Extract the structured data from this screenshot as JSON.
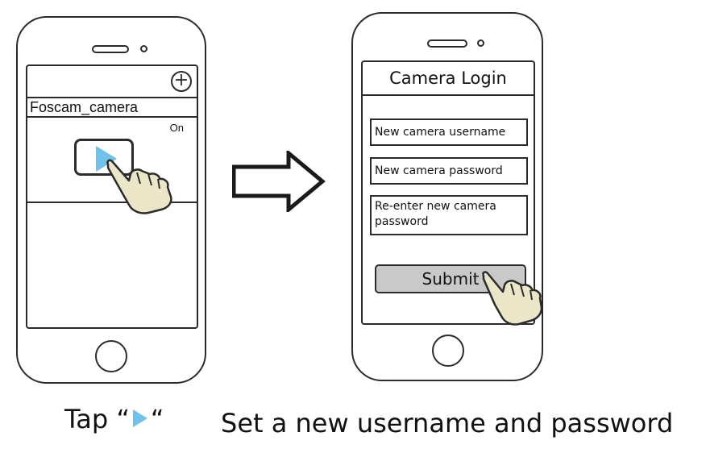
{
  "left_phone": {
    "camera_name": "Foscam_camera",
    "status": "On",
    "add_symbol": "+"
  },
  "right_phone": {
    "title": "Camera Login",
    "username_field": "New camera username",
    "password_field": "New camera password",
    "reenter_field": "Re-enter new camera password",
    "submit_label": "Submit"
  },
  "captions": {
    "left_prefix": "Tap “",
    "left_suffix": "“",
    "right": "Set a new username and password"
  },
  "colors": {
    "play_icon": "#6ec3ec",
    "submit_fill": "#c9c9c9",
    "outline": "#2b2b2b"
  },
  "icons": [
    "plus-icon",
    "play-icon",
    "tap-hand-icon",
    "right-arrow-icon"
  ]
}
